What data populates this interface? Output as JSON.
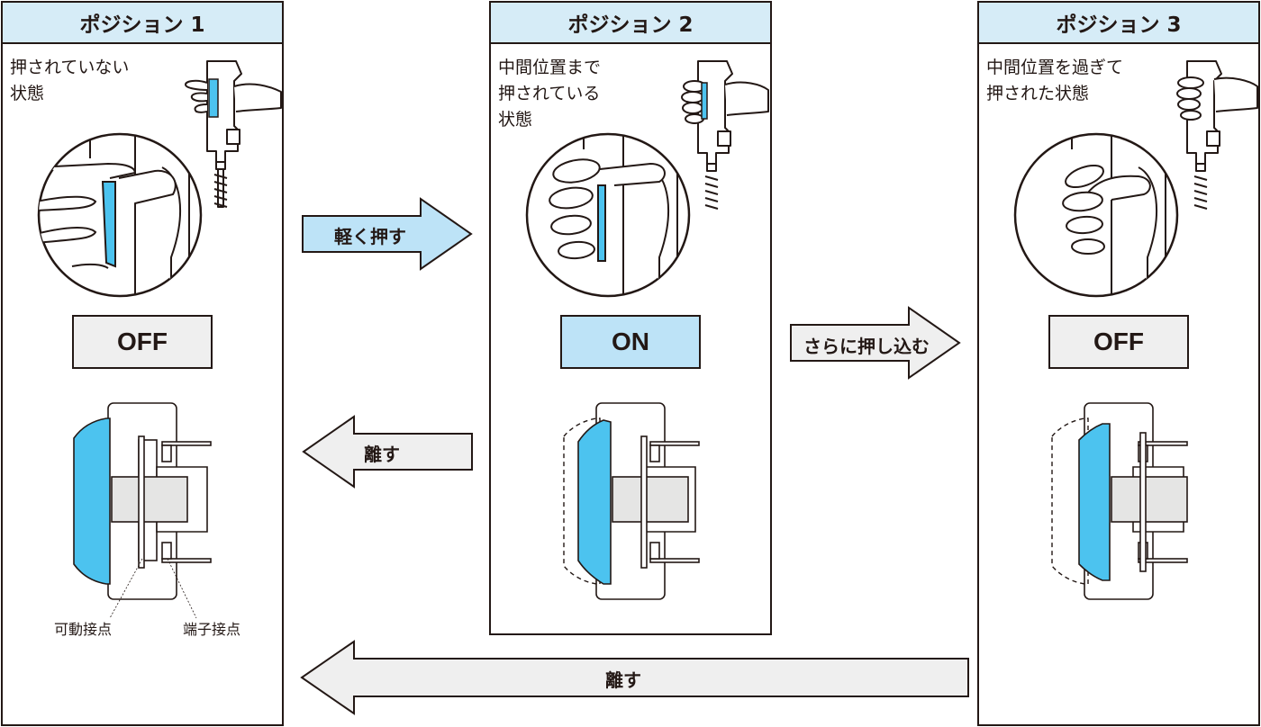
{
  "panels": [
    {
      "title": "ポジション 1",
      "desc": [
        "押されていない",
        "状態"
      ],
      "state": "OFF",
      "state_kind": "off"
    },
    {
      "title": "ポジション 2",
      "desc": [
        "中間位置まで",
        "押されている",
        "状態"
      ],
      "state": "ON",
      "state_kind": "on"
    },
    {
      "title": "ポジション 3",
      "desc": [
        "中間位置を過ぎて",
        "押された状態"
      ],
      "state": "OFF",
      "state_kind": "off"
    }
  ],
  "arrows": {
    "press_lightly": "軽く押す",
    "release_1": "離す",
    "press_further": "さらに押し込む",
    "release_2": "離す"
  },
  "legend": {
    "movable_contact": "可動接点",
    "terminal_contact": "端子接点"
  },
  "colors": {
    "header_bg": "#d6ecf7",
    "on_bg": "#bde3f7",
    "off_bg": "#efefef",
    "actuator_blue": "#4cc3ef",
    "arrow_blue": "#bde3f7",
    "arrow_gray": "#efefef",
    "outline": "#231815"
  }
}
